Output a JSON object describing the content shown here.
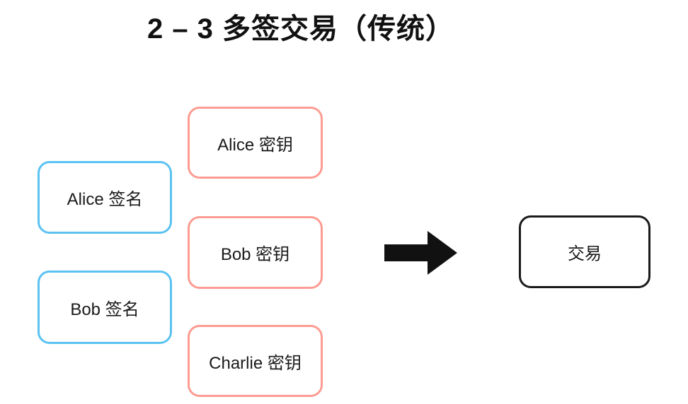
{
  "title": "2 – 3 多签交易（传统）",
  "diagram": {
    "signature_boxes": [
      {
        "label": "Alice 签名"
      },
      {
        "label": "Bob 签名"
      }
    ],
    "key_boxes": [
      {
        "label": "Alice 密钥"
      },
      {
        "label": "Bob 密钥"
      },
      {
        "label": "Charlie 密钥"
      }
    ],
    "result_box": {
      "label": "交易"
    },
    "icons": {
      "arrow": "right-arrow-icon"
    },
    "colors": {
      "signature_border": "#5bc2f2",
      "key_border": "#fc9c92",
      "result_border": "#1a1a1a",
      "arrow": "#111111",
      "title_text": "#111111",
      "box_text": "#1a1a1a",
      "background": "#ffffff"
    }
  }
}
